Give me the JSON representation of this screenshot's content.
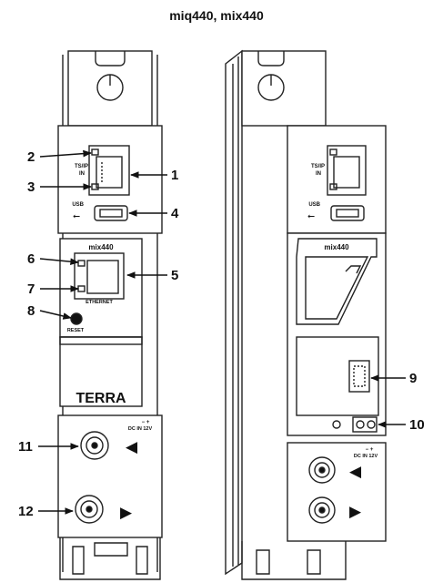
{
  "title": "miq440, mix440",
  "front_view": {
    "port_ts_ip_label": "TS/IP",
    "port_ts_ip_sub": "IN",
    "usb_label": "USB",
    "module_label": "mix440",
    "ethernet_label": "ETHERNET",
    "reset_label": "RESET",
    "brand": "TERRA",
    "power_label": "DC IN 12V",
    "power_polarity": "−  +",
    "arrow_in": "◀",
    "arrow_out": "▶"
  },
  "side_view": {
    "port_ts_ip_label": "TS/IP",
    "port_ts_ip_sub": "IN",
    "usb_label": "USB",
    "module_label": "mix440",
    "power_label": "DC IN 12V",
    "power_polarity": "−  +",
    "arrow_in": "◀",
    "arrow_out": "▶"
  },
  "callouts": [
    "1",
    "2",
    "3",
    "4",
    "5",
    "6",
    "7",
    "8",
    "9",
    "10",
    "11",
    "12"
  ]
}
